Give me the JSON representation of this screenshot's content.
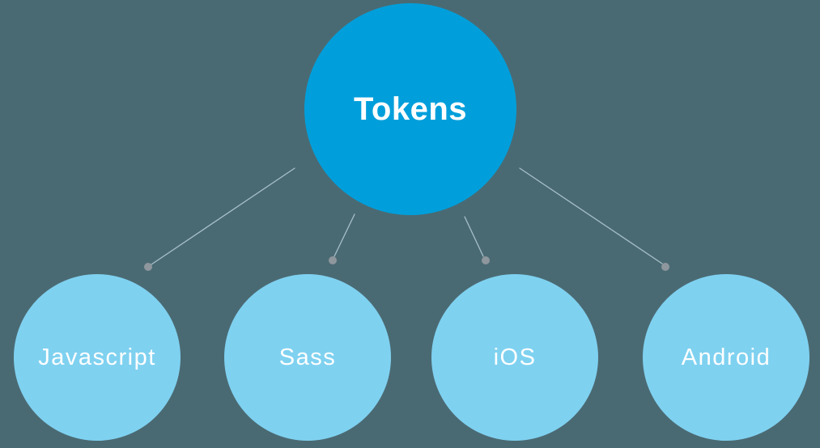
{
  "diagram": {
    "type": "hierarchy",
    "root": {
      "label": "Tokens"
    },
    "children": [
      {
        "label": "Javascript"
      },
      {
        "label": "Sass"
      },
      {
        "label": "iOS"
      },
      {
        "label": "Android"
      }
    ]
  },
  "colors": {
    "background": "#4A6A73",
    "root_fill": "#009FDB",
    "child_fill": "#7FD1F0",
    "connector_line": "#A6C0C9",
    "connector_dot": "#8E979D",
    "label_text": "#FFFFFF"
  }
}
